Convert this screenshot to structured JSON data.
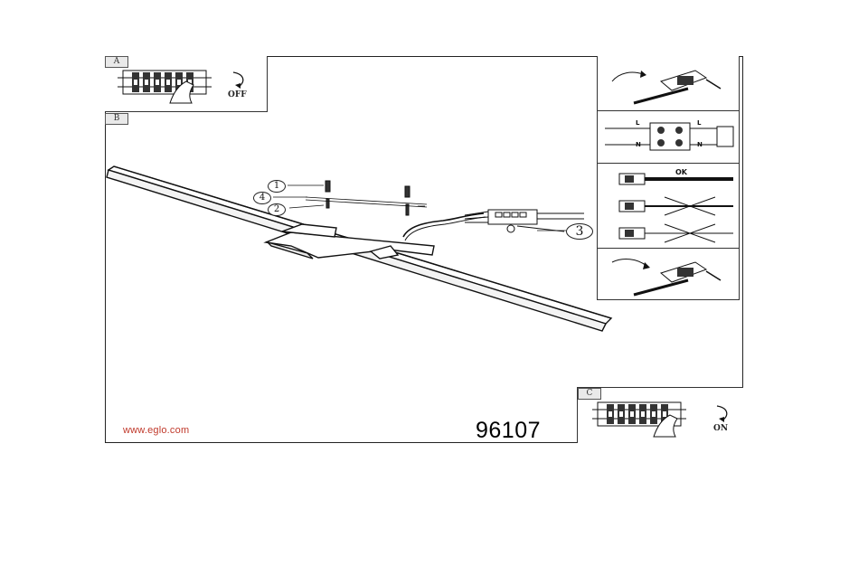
{
  "steps": {
    "a": "A",
    "b": "B",
    "c": "C"
  },
  "switch_states": {
    "off": "OFF",
    "on": "ON"
  },
  "callouts": [
    "1",
    "4",
    "2",
    "3"
  ],
  "wiring": {
    "live": "L",
    "neutral": "N",
    "ok": "OK"
  },
  "footer": {
    "website": "www.eglo.com",
    "model_number": "96107"
  },
  "colors": {
    "website_text": "#c0392b",
    "frame": "#222222"
  },
  "icons": [
    "fuse-box-icon",
    "hand-icon",
    "rotate-arrow-icon",
    "terminal-block-icon",
    "cross-out-icon"
  ]
}
